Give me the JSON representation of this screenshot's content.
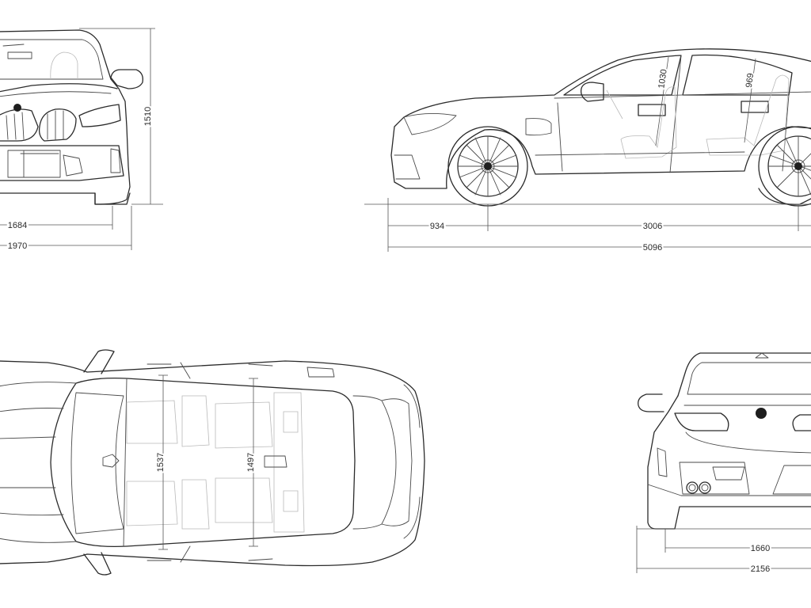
{
  "views": {
    "front": {
      "dimensions": {
        "height": "1510",
        "track_front": "1684",
        "width": "1970"
      }
    },
    "side": {
      "dimensions": {
        "headroom_front": "1030",
        "headroom_rear": "969",
        "front_overhang": "934",
        "wheelbase": "3006",
        "length": "5096"
      }
    },
    "top": {
      "dimensions": {
        "shoulder_room_front": "1537",
        "shoulder_room_rear": "1497"
      }
    },
    "rear": {
      "dimensions": {
        "track_rear": "1660",
        "width_with_mirrors": "2156"
      }
    }
  },
  "colors": {
    "line": "#2b2b2b",
    "dimension_line": "#555555",
    "ghost_line": "#b9b9b9",
    "background": "#ffffff"
  }
}
